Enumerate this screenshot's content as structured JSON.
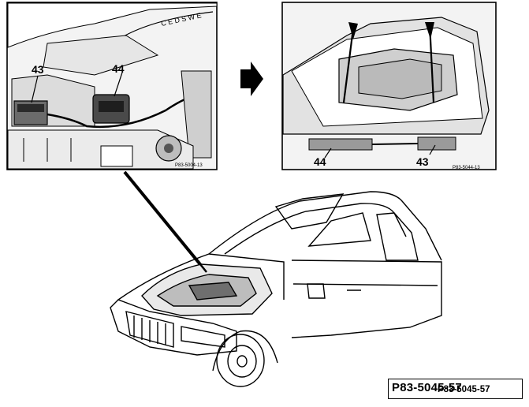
{
  "figure": {
    "reference_label": "P83-5045-57",
    "reference_label_overlap": "P83-5045-57"
  },
  "panel_left": {
    "callout_a": "43",
    "callout_b": "44",
    "photo_code": "P83-5004-13"
  },
  "panel_right": {
    "callout_a": "44",
    "callout_b": "43",
    "photo_code": "P83-5044-13"
  },
  "colors": {
    "line": "#000000",
    "paper": "#ffffff",
    "panel_fill": "#f2f2f2"
  },
  "icons": [
    "right-arrow-icon"
  ]
}
